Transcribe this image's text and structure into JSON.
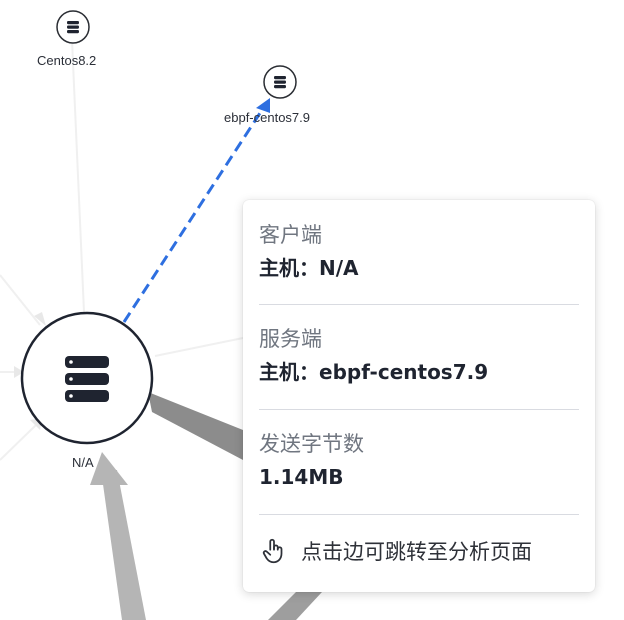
{
  "nodes": [
    {
      "id": "centos82",
      "label": "Centos8.2"
    },
    {
      "id": "ebpf",
      "label": "ebpf-centos7.9"
    },
    {
      "id": "na",
      "label": "N/A"
    }
  ],
  "tooltip": {
    "client_title": "客户端",
    "client_host": "主机：N/A",
    "server_title": "服务端",
    "server_host": "主机：ebpf-centos7.9",
    "bytes_title": "发送字节数",
    "bytes_value": "1.14MB",
    "hint": "点击边可跳转至分析页面",
    "hint_icon": "pointer-hand-icon"
  },
  "colors": {
    "dashed_edge": "#2e6fe0",
    "node_icon": "#1f2430",
    "thick_edge": "#8c8c8c",
    "light_edge": "#eeeeee"
  }
}
